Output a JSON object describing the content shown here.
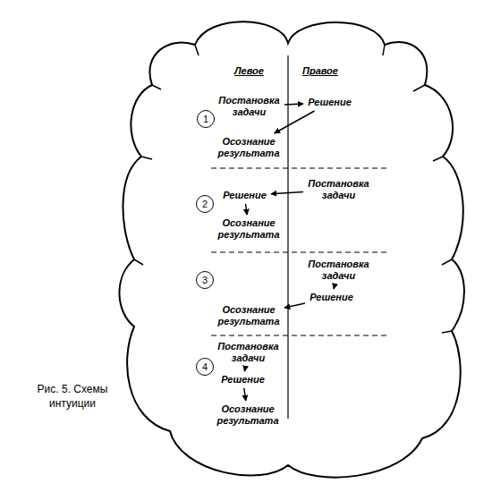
{
  "diagram": {
    "caption": "Рис. 5. Схемы интуиции",
    "nodes": [
      {
        "text": [
          "1"
        ]
      },
      {
        "text": [
          "Постановка задачи"
        ]
      },
      {
        "text": [
          "Решение"
        ]
      },
      {
        "text": [
          "Осознание результата"
        ]
      },
      {
        "text": [
          "2"
        ]
      },
      {
        "text": [
          "Решение"
        ]
      },
      {
        "text": [
          "Постановка задачи"
        ]
      },
      {
        "text": [
          "Осознание результата"
        ]
      },
      {
        "text": [
          "3"
        ]
      },
      {
        "text": [
          "Постановка задачи"
        ]
      },
      {
        "text": [
          "Решение"
        ]
      },
      {
        "text": [
          "Осознание результата"
        ]
      },
      {
        "text": [
          "4"
        ]
      },
      {
        "text": [
          "Постановка задачи"
        ]
      },
      {
        "text": [
          "Решение"
        ]
      },
      {
        "text": [
          "Осознание результата"
        ]
      }
    ],
    "edges": [
      {
        "from": 1,
        "to": 2,
        "arrow": "to"
      },
      {
        "from": 2,
        "to": 3,
        "arrow": "to"
      },
      {
        "from": 6,
        "to": 5,
        "arrow": "to"
      },
      {
        "from": 5,
        "to": 7,
        "arrow": "to"
      },
      {
        "from": 9,
        "to": 10,
        "arrow": "to"
      },
      {
        "from": 10,
        "to": 11,
        "arrow": "to"
      },
      {
        "from": 13,
        "to": 14,
        "arrow": "to"
      },
      {
        "from": 14,
        "to": 15,
        "arrow": "to"
      }
    ],
    "labels": [
      "Левое",
      "Правое"
    ]
  }
}
